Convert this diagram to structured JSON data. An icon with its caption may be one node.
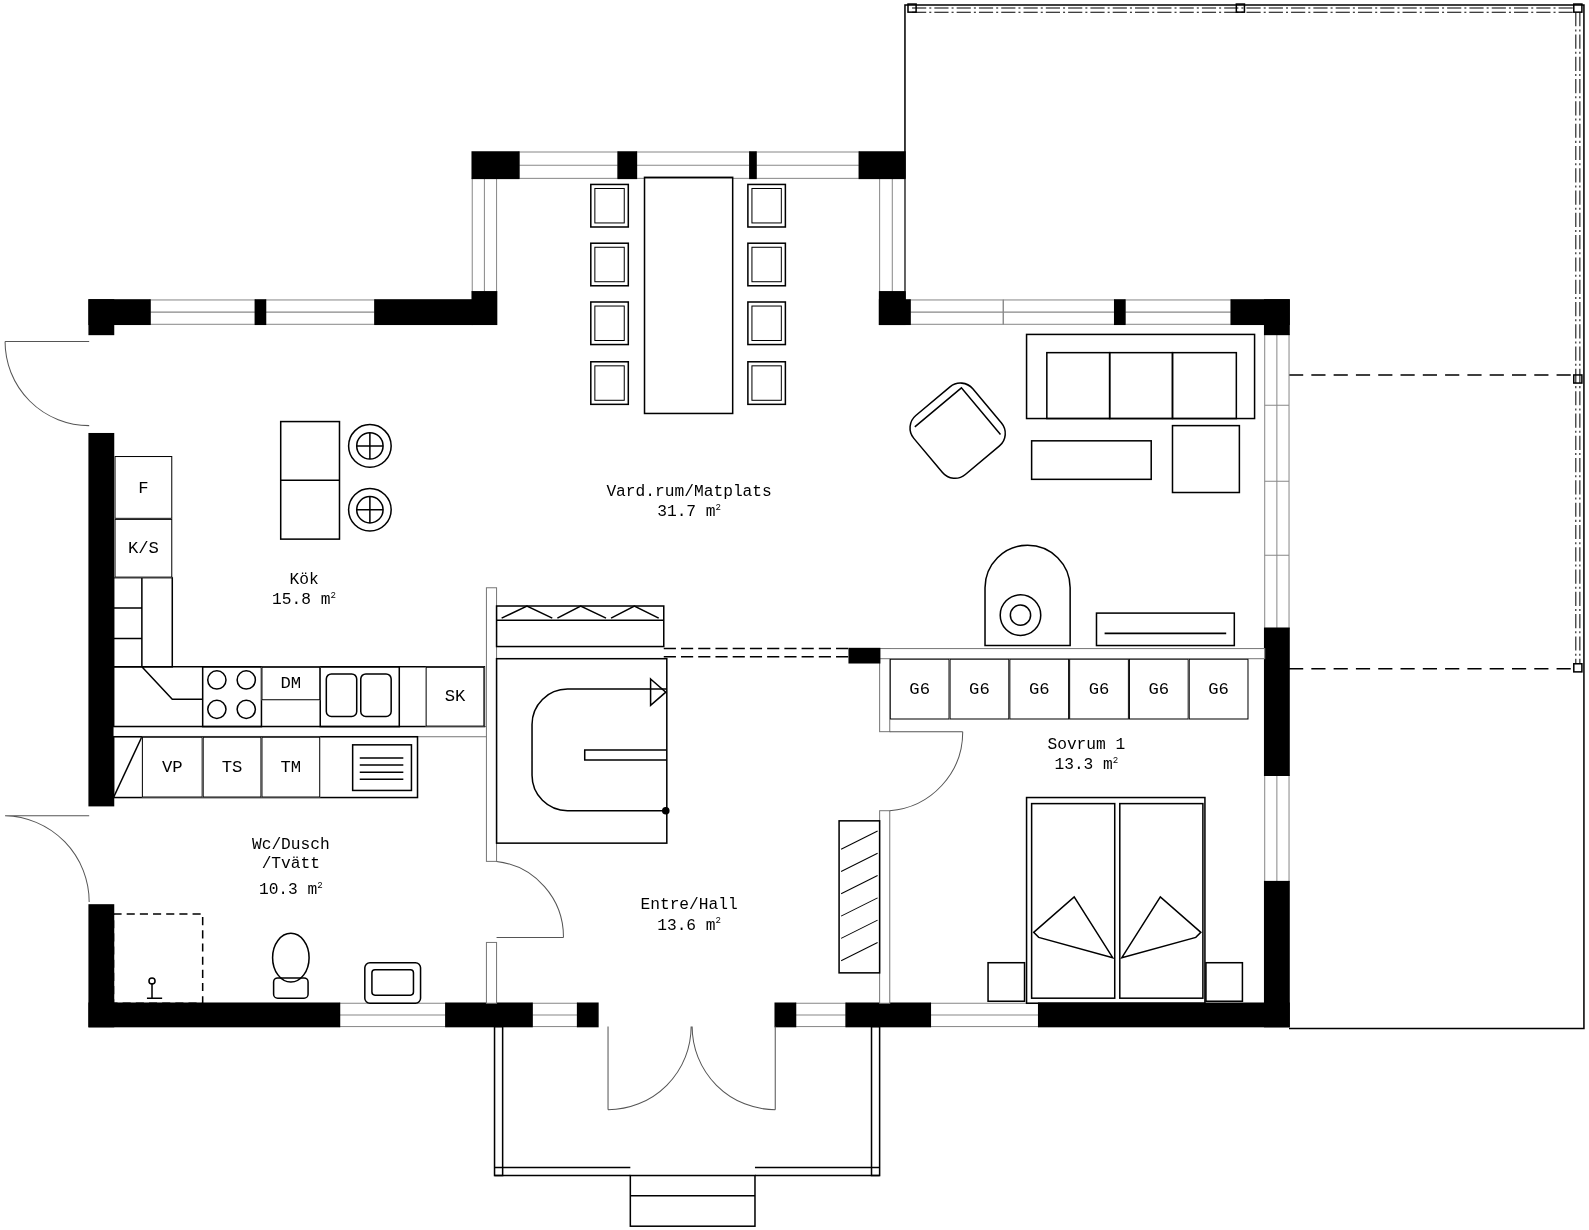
{
  "diagram": {
    "nodes": [
      {
        "text": [
          "F"
        ]
      },
      {
        "text": [
          "K/S"
        ]
      },
      {
        "text": [
          "DM"
        ]
      },
      {
        "text": [
          "SK"
        ]
      },
      {
        "text": [
          "G6"
        ]
      },
      {
        "text": [
          "G6"
        ]
      },
      {
        "text": [
          "G6"
        ]
      },
      {
        "text": [
          "G6"
        ]
      },
      {
        "text": [
          "G6"
        ]
      },
      {
        "text": [
          "G6"
        ]
      },
      {
        "text": [
          "VP"
        ]
      },
      {
        "text": [
          "TS"
        ]
      },
      {
        "text": [
          "TM"
        ]
      }
    ],
    "labels": [
      "Vard.rum/Matplats",
      "31.7 m$^{2}$",
      "Kök",
      "15.8 m$^{2}$",
      "Sovrum 1",
      "13.3 m$^{2}$",
      "Wc/Dusch /Tvätt",
      "10.3 m$^{2}$",
      "Entre/Hall",
      "13.6 m$^{2}$"
    ]
  }
}
